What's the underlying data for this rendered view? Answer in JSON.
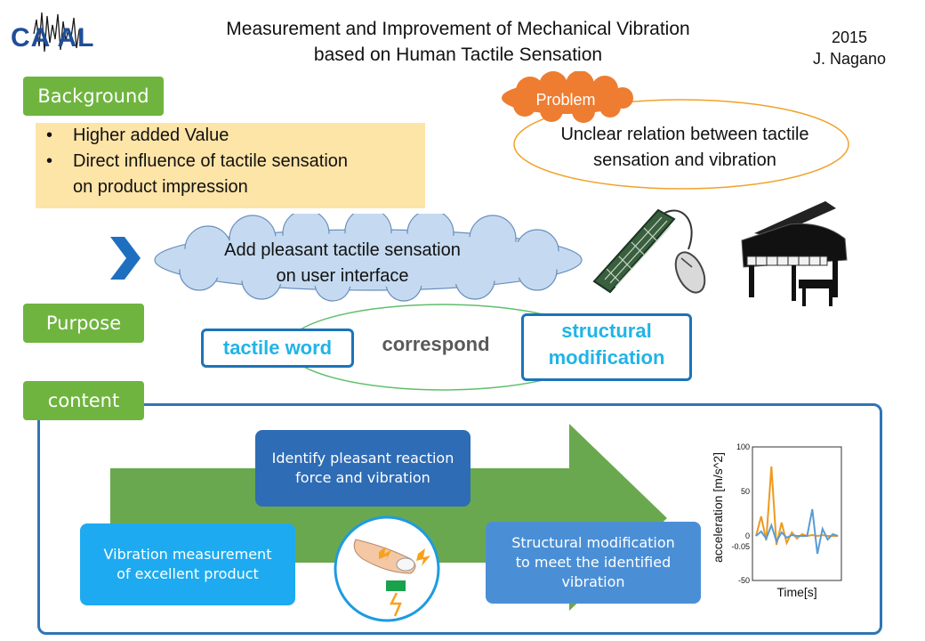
{
  "header": {
    "logo_text": "CAMAL",
    "title_line1": "Measurement and Improvement of Mechanical Vibration",
    "title_line2": "based on Human Tactile Sensation",
    "year": "2015",
    "author": "J. Nagano"
  },
  "background": {
    "label": "Background",
    "bullets": [
      "Higher added Value",
      "Direct influence of tactile sensation",
      "on product impression"
    ]
  },
  "problem": {
    "label": "Problem",
    "text_line1": "Unclear relation between tactile",
    "text_line2": "sensation and vibration"
  },
  "cloud": {
    "line1": "Add pleasant tactile sensation",
    "line2": "on user interface"
  },
  "purpose": {
    "label": "Purpose",
    "tactile_word": "tactile word",
    "correspond": "correspond",
    "structural_line1": "structural",
    "structural_line2": "modification"
  },
  "content": {
    "label": "content",
    "step1_line1": "Vibration measurement",
    "step1_line2": "of excellent product",
    "step2_line1": "Identify pleasant reaction",
    "step2_line2": "force and vibration",
    "step3_line1": "Structural modification",
    "step3_line2": "to meet the identified",
    "step3_line3": "vibration"
  },
  "colors": {
    "green": "#6fb43f",
    "blue_frame": "#2f75b5",
    "cyan": "#21b4e6",
    "orange": "#ee7d31",
    "yellow": "#fde4a7",
    "cloud": "#c5daf1"
  },
  "chart_data": {
    "type": "line",
    "xlabel": "Time[s]",
    "ylabel": "acceleration [m/s^2]",
    "ylim": [
      -50,
      100
    ],
    "y_ticks": [
      "100",
      "50",
      "0",
      "-0.05",
      "-50"
    ],
    "series": [
      {
        "color": "#ee9a1e",
        "values": [
          0,
          22,
          -5,
          78,
          -10,
          15,
          -8,
          4,
          -3,
          2,
          0,
          1,
          0,
          1,
          0,
          0,
          0
        ]
      },
      {
        "color": "#5b9bd5",
        "values": [
          0,
          5,
          -3,
          12,
          -6,
          4,
          -2,
          1,
          0,
          0,
          0,
          30,
          -20,
          8,
          -4,
          2,
          0
        ]
      }
    ]
  }
}
